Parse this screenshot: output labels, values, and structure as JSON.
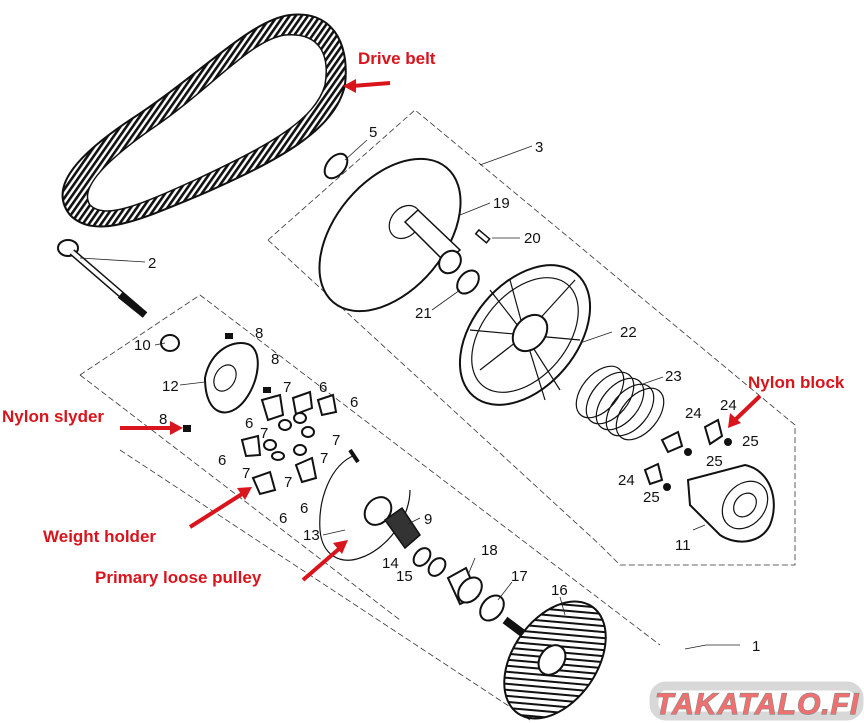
{
  "diagram": {
    "title": "CVT drive clutch exploded view",
    "callouts": {
      "drive_belt": "Drive belt",
      "nylon_slyder": "Nylon slyder",
      "weight_holder": "Weight holder",
      "primary_loose_pulley": "Primary loose pulley",
      "nylon_block": "Nylon block"
    },
    "part_numbers": {
      "p1": "1",
      "p2": "2",
      "p3": "3",
      "p5": "5",
      "p6a": "6",
      "p6b": "6",
      "p6c": "6",
      "p6d": "6",
      "p6e": "6",
      "p6f": "6",
      "p7a": "7",
      "p7b": "7",
      "p7c": "7",
      "p7d": "7",
      "p7e": "7",
      "p7f": "7",
      "p8a": "8",
      "p8b": "8",
      "p8c": "8",
      "p9": "9",
      "p10": "10",
      "p11": "11",
      "p12": "12",
      "p13": "13",
      "p14": "14",
      "p15": "15",
      "p16": "16",
      "p17": "17",
      "p18": "18",
      "p19": "19",
      "p20": "20",
      "p21": "21",
      "p22": "22",
      "p23": "23",
      "p24a": "24",
      "p24b": "24",
      "p24c": "24",
      "p25a": "25",
      "p25b": "25",
      "p25c": "25"
    },
    "watermark": "TAKATALO.FI",
    "colors": {
      "callout": "#d9141c",
      "ink": "#111111",
      "watermark": "#f07070"
    }
  }
}
